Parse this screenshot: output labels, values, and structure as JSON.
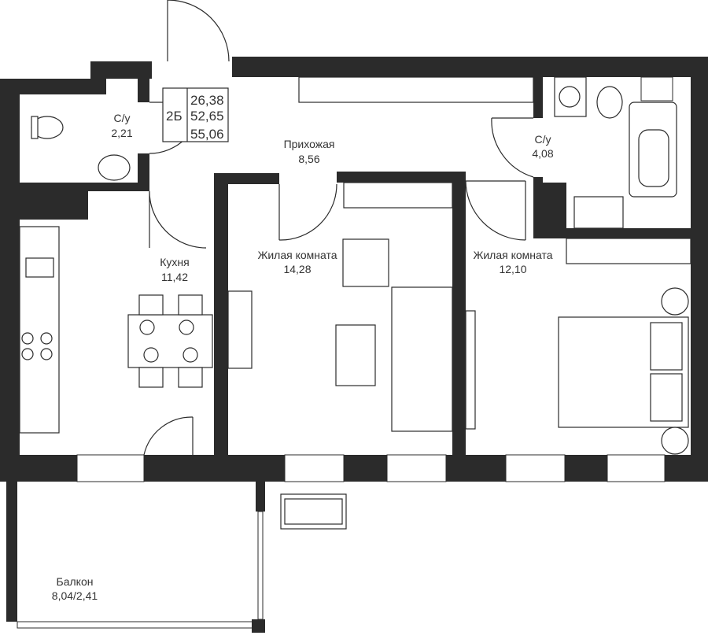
{
  "apartment": {
    "type_label": "2Б",
    "areas": [
      "26,38",
      "52,65",
      "55,06"
    ]
  },
  "rooms": {
    "bathroom_1": {
      "name": "С/у",
      "area": "2,21"
    },
    "hallway": {
      "name": "Прихожая",
      "area": "8,56"
    },
    "bathroom_2": {
      "name": "С/у",
      "area": "4,08"
    },
    "kitchen": {
      "name": "Кухня",
      "area": "11,42"
    },
    "living_1": {
      "name": "Жилая комната",
      "area": "14,28"
    },
    "living_2": {
      "name": "Жилая комната",
      "area": "12,10"
    },
    "balcony": {
      "name": "Балкон",
      "area": "8,04/2,41"
    }
  },
  "colors": {
    "wall": "#2b2b2b",
    "background": "#ffffff"
  }
}
